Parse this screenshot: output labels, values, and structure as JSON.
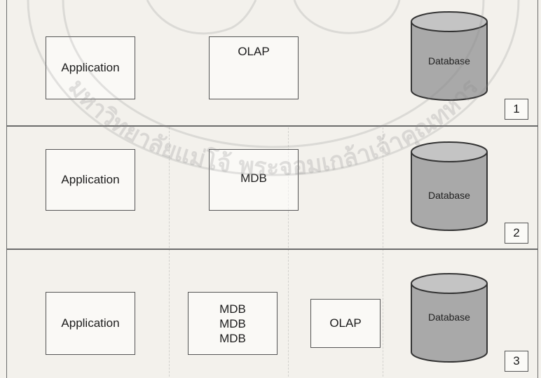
{
  "panels": [
    {
      "application": "Application",
      "middle": "OLAP",
      "database": "Database",
      "number": "1"
    },
    {
      "application": "Application",
      "middle": "MDB",
      "database": "Database",
      "number": "2"
    },
    {
      "application": "Application",
      "middle": [
        "MDB",
        "MDB",
        "MDB"
      ],
      "olap": "OLAP",
      "database": "Database",
      "number": "3"
    }
  ],
  "colors": {
    "cylinder_fill": "#a9a9a9",
    "cylinder_top": "#c4c4c4",
    "border": "#555555",
    "background": "#f3f1ec"
  },
  "watermark": {
    "text": "มหาวิทยาลัยแม่โจ้ พระจอมเกล้าเจ้าคุณทหาร"
  }
}
